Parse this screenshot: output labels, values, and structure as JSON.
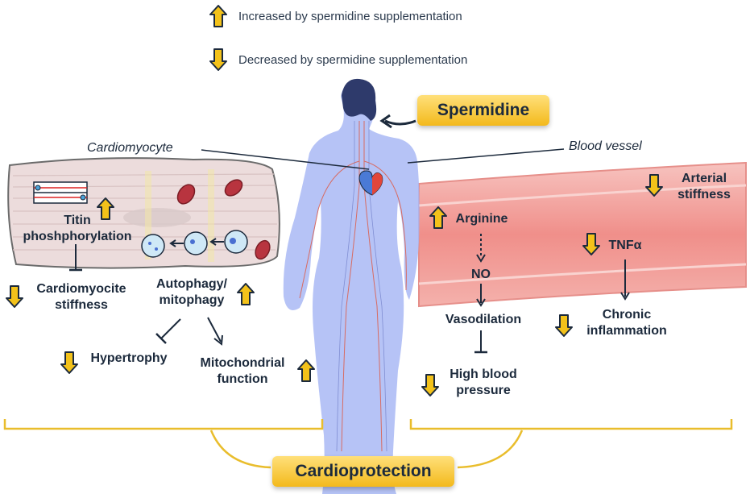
{
  "legend": {
    "increased": "Increased by spermidine supplementation",
    "decreased": "Decreased by spermidine supplementation"
  },
  "header": {
    "spermidine": "Spermidine"
  },
  "callouts": {
    "cardiomyocyte": "Cardiomyocyte",
    "blood_vessel": "Blood vessel"
  },
  "left": {
    "titin": "Titin\nphoshphorylation",
    "stiffness": "Cardiomyocite\nstiffness",
    "autophagy": "Autophagy/\nmitophagy",
    "hypertrophy": "Hypertrophy",
    "mito_function": "Mitochondrial\nfunction"
  },
  "right": {
    "arterial": "Arterial\nstiffness",
    "arginine": "Arginine",
    "no": "NO",
    "tnf": "TNFα",
    "vasodilation": "Vasodilation",
    "chronic": "Chronic\ninflammation",
    "hbp": "High blood\npressure"
  },
  "footer": {
    "cardioprotection": "Cardioprotection"
  },
  "colors": {
    "arrow_fill": "#f3c21a",
    "arrow_stroke": "#1c2a3c",
    "body": "#a9b8f4",
    "muscle": "#ecdcdc",
    "vessel": "#f2aaa6",
    "bracket": "#e9bd2c",
    "mito": "#b8343f"
  }
}
